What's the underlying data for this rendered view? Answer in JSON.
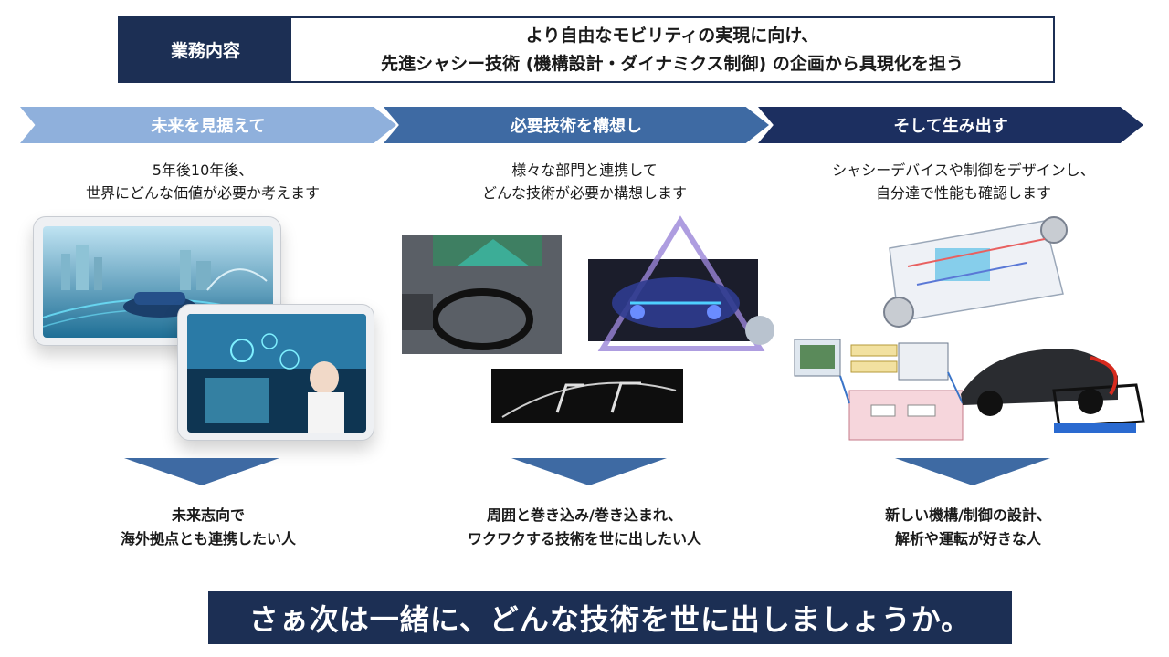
{
  "header": {
    "label": "業務内容",
    "line1": "より自由なモビリティの実現に向け、",
    "line2": "先進シャシー技術 (機構設計・ダイナミクス制御) の企画から具現化を担う"
  },
  "steps": [
    {
      "title": "未来を見据えて",
      "desc_line1": "5年後10年後、",
      "desc_line2": "世界にどんな価値が必要か考えます",
      "target_line1": "未来志向で",
      "target_line2": "海外拠点とも連携したい人"
    },
    {
      "title": "必要技術を構想し",
      "desc_line1": "様々な部門と連携して",
      "desc_line2": "どんな技術が必要か構想します",
      "target_line1": "周囲と巻き込み/巻き込まれ、",
      "target_line2": "ワクワクする技術を世に出したい人"
    },
    {
      "title": "そして生み出す",
      "desc_line1": "シャシーデバイスや制御をデザインし、",
      "desc_line2": "自分達で性能も確認します",
      "target_line1": "新しい機構/制御の設計、",
      "target_line2": "解析や運転が好きな人"
    }
  ],
  "footer": {
    "text": "さぁ次は一緒に、どんな技術を世に出しましょうか。"
  },
  "colors": {
    "navy": "#1c2f54",
    "chevron_light": "#8fb0dc",
    "chevron_mid": "#3e6aa3",
    "chevron_dark": "#1c2f60",
    "arrow": "#3e6aa3"
  }
}
